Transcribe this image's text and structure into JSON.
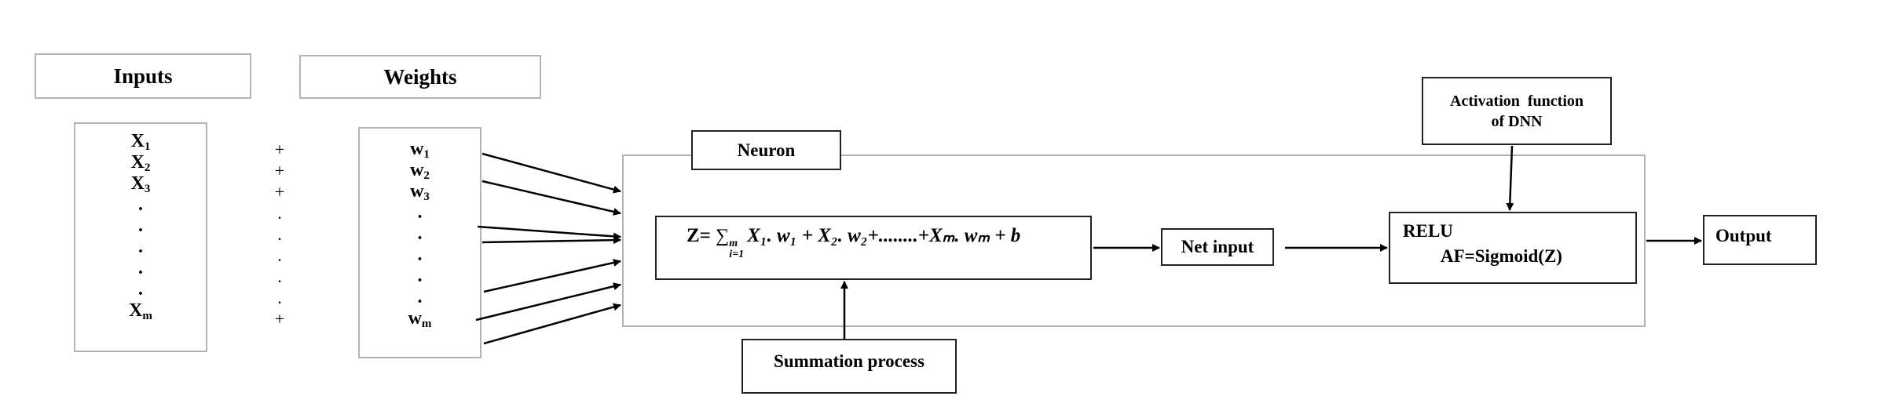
{
  "inputs": {
    "header": "Inputs",
    "items": [
      {
        "base": "X",
        "sub": "1"
      },
      {
        "base": "X",
        "sub": "2"
      },
      {
        "base": "X",
        "sub": "3"
      },
      {
        "base": ".",
        "sub": ""
      },
      {
        "base": ".",
        "sub": ""
      },
      {
        "base": ".",
        "sub": ""
      },
      {
        "base": ".",
        "sub": ""
      },
      {
        "base": ".",
        "sub": ""
      },
      {
        "base": "X",
        "sub": "m"
      }
    ]
  },
  "operators": [
    "+",
    "+",
    "+",
    ".",
    ".",
    ".",
    ".",
    ".",
    "+"
  ],
  "weights": {
    "header": "Weights",
    "items": [
      {
        "base": "w",
        "sub": "1"
      },
      {
        "base": "w",
        "sub": "2"
      },
      {
        "base": "w",
        "sub": "3"
      },
      {
        "base": ".",
        "sub": ""
      },
      {
        "base": ".",
        "sub": ""
      },
      {
        "base": ".",
        "sub": ""
      },
      {
        "base": ".",
        "sub": ""
      },
      {
        "base": ".",
        "sub": ""
      },
      {
        "base": "w",
        "sub": "m"
      }
    ]
  },
  "neuron": {
    "label": "Neuron",
    "equation": {
      "prefix": "Z= ",
      "sum_symbol": "∑",
      "sum_lower": "i=1",
      "sum_upper": "m",
      "terms": "X₁. w₁ + X₂. w₂+........+Xₘ. wₘ + b"
    }
  },
  "summation": "Summation process",
  "net_input": "Net input",
  "activation": {
    "title_line1": "Activation  function",
    "title_line2": "of DNN",
    "line1": "RELU",
    "line2": "AF=Sigmoid(Z)"
  },
  "output": "Output"
}
